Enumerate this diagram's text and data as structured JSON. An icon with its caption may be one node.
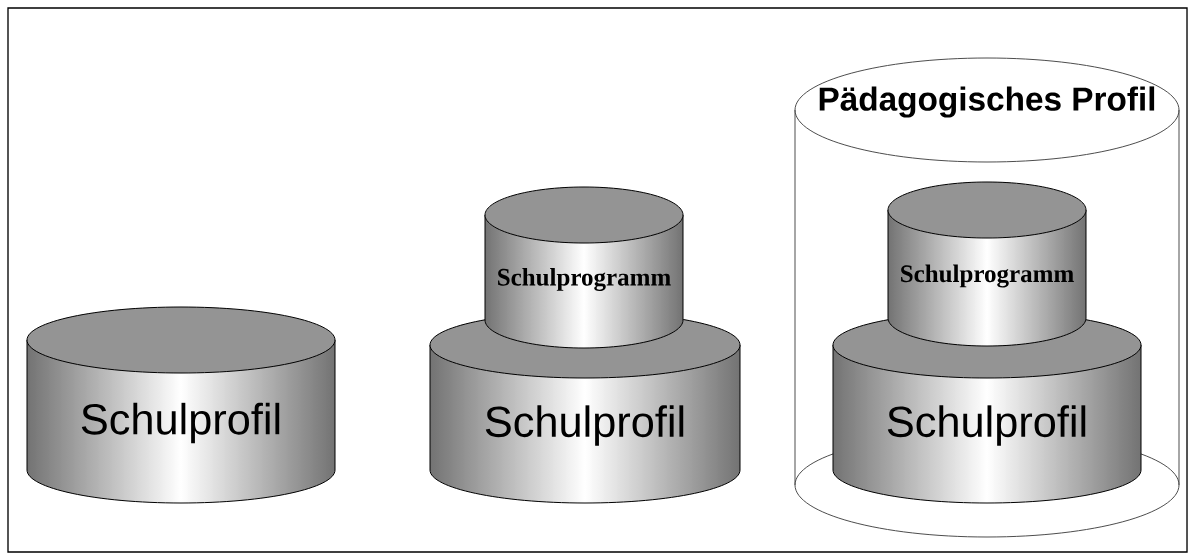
{
  "diagram": {
    "nodes": [
      {
        "text": [
          "Schulprofil"
        ]
      },
      {
        "text": [
          "Schulprogramm"
        ]
      },
      {
        "text": [
          "Schulprofil"
        ]
      },
      {
        "text": [
          "Pädagogisches Profil"
        ]
      },
      {
        "text": [
          "Schulprogramm"
        ],
        "in": 3
      },
      {
        "text": [
          "Schulprofil"
        ],
        "in": 3
      }
    ]
  }
}
